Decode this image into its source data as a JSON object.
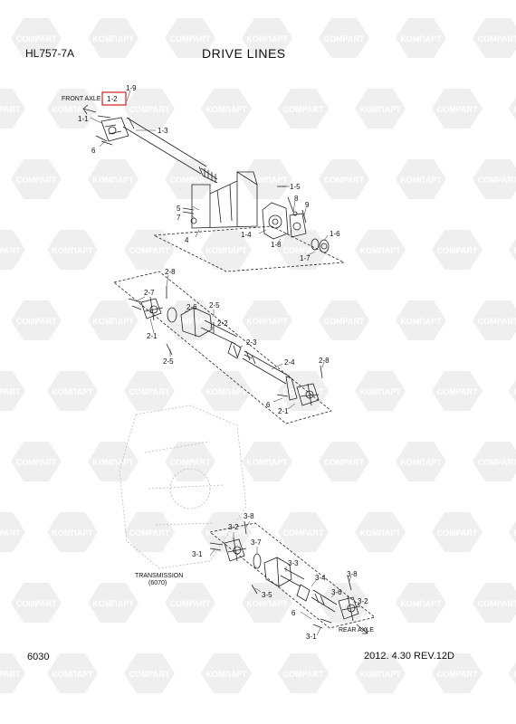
{
  "header": {
    "model": "HL757-7A",
    "title": "DRIVE LINES"
  },
  "footer": {
    "page_number": "6030",
    "date_rev": "2012. 4.30  REV.12D"
  },
  "watermark": {
    "brand_a": "KOMПАРТ",
    "brand_b": "COMPART",
    "color": "#e2e2e2"
  },
  "highlight_color": "#d02020",
  "notes": {
    "front_axle": "FRONT AXLE",
    "transmission": "TRANSMISSION",
    "transmission_model": "(6070)",
    "rear_axle": "REAR AXLE"
  },
  "callouts": {
    "c1_9": "1-9",
    "c1_2": "1-2",
    "c1_1": "1-1",
    "c1_3": "1-3",
    "c6_a": "6",
    "c5": "5",
    "c7": "7",
    "c4": "4",
    "c1_5": "1-5",
    "c8": "8",
    "c9": "9",
    "c1_4": "1-4",
    "c1_8": "1-8",
    "c1_6": "1-6",
    "c1_7": "1-7",
    "c2_8a": "2-8",
    "c2_7": "2-7",
    "c2_6": "2-6",
    "c2_5": "2-5",
    "c2_2": "2-2",
    "c2_1a": "2-1",
    "c2_3": "2-3",
    "c2_5b": "2-5",
    "c2_4": "2-4",
    "c2_8b": "2-8",
    "c6_b": "6",
    "c2_1b": "2-1",
    "c3_8a": "3-8",
    "c3_2a": "3-2",
    "c3_7": "3-7",
    "c3_1a": "3-1",
    "c3_3": "3-3",
    "c3_5": "3-5",
    "c3_4": "3-4",
    "c3_8b": "3-8",
    "c3_6": "3-6",
    "c3_2b": "3-2",
    "c6_c": "6",
    "c3_1b": "3-1"
  }
}
